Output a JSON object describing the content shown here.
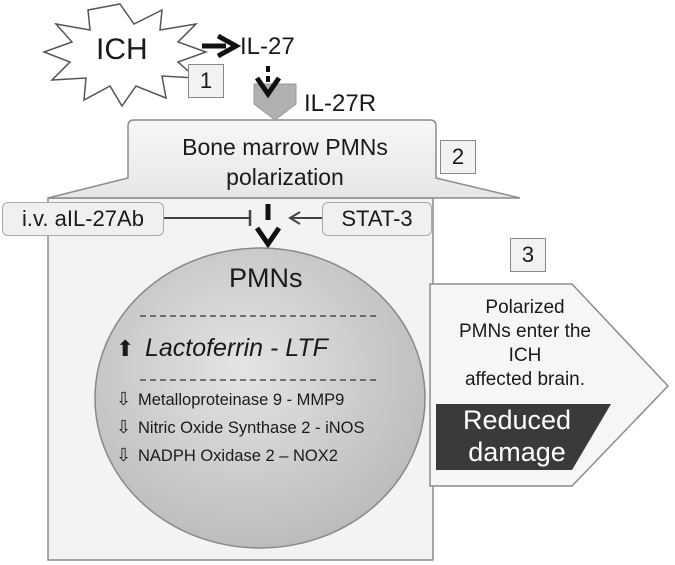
{
  "nodes": {
    "ich": "ICH",
    "il27": "IL-27",
    "il27r": "IL-27R",
    "bone_marrow": [
      "Bone marrow PMNs",
      "polarization"
    ],
    "antibody": "i.v. aIL-27Ab",
    "stat3": "STAT-3",
    "pmns": "PMNs"
  },
  "steps": [
    "1",
    "2",
    "3"
  ],
  "markers": {
    "up": "Lactoferrin - LTF",
    "down": [
      "Metalloproteinase 9 - MMP9",
      "Nitric Oxide Synthase 2 - iNOS",
      "NADPH Oxidase 2 – NOX2"
    ]
  },
  "outcome": {
    "text": [
      "Polarized",
      "PMNs enter the",
      "ICH",
      "affected brain."
    ],
    "result": [
      "Reduced",
      "damage"
    ]
  },
  "colors": {
    "panel": "#f3f3f3",
    "ellipse": "#cfcfcf",
    "dark_box": "#3a3a3a",
    "stroke": "#8c8c8c"
  }
}
